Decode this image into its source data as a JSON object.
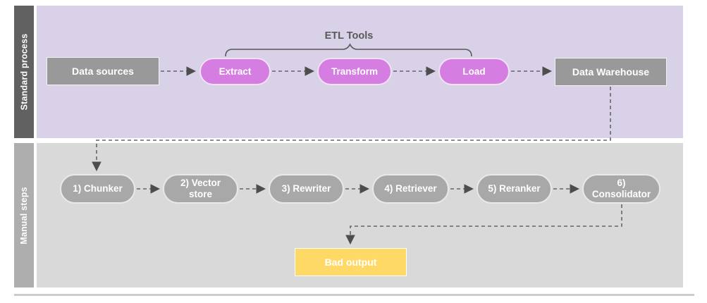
{
  "diagram": {
    "lanes": [
      {
        "label": "Standard process"
      },
      {
        "label": "Manual steps"
      }
    ],
    "bracket_label": "ETL Tools",
    "bracket_spans": [
      "Extract",
      "Transform",
      "Load"
    ],
    "nodes": {
      "data_sources": {
        "label": "Data sources"
      },
      "extract": {
        "label": "Extract"
      },
      "transform": {
        "label": "Transform"
      },
      "load": {
        "label": "Load"
      },
      "data_warehouse": {
        "label": "Data Warehouse"
      },
      "chunker": {
        "label": "1) Chunker"
      },
      "vector_store": {
        "label": "2) Vector store"
      },
      "rewriter": {
        "label": "3) Rewriter"
      },
      "retriever": {
        "label": "4) Retriever"
      },
      "reranker": {
        "label": "5) Reranker"
      },
      "consolidator": {
        "label": "6) Consolidator"
      },
      "bad_output": {
        "label": "Bad output"
      }
    },
    "edges": [
      {
        "from": "Data sources",
        "to": "Extract",
        "style": "dashed"
      },
      {
        "from": "Extract",
        "to": "Transform",
        "style": "dashed"
      },
      {
        "from": "Transform",
        "to": "Load",
        "style": "dashed"
      },
      {
        "from": "Load",
        "to": "Data Warehouse",
        "style": "dashed"
      },
      {
        "from": "Data Warehouse",
        "to": "1) Chunker",
        "style": "dashed"
      },
      {
        "from": "1) Chunker",
        "to": "2) Vector store",
        "style": "dashed"
      },
      {
        "from": "2) Vector store",
        "to": "3) Rewriter",
        "style": "dashed"
      },
      {
        "from": "3) Rewriter",
        "to": "4) Retriever",
        "style": "dashed"
      },
      {
        "from": "4) Retriever",
        "to": "5) Reranker",
        "style": "dashed"
      },
      {
        "from": "5) Reranker",
        "to": "6) Consolidator",
        "style": "dashed"
      },
      {
        "from": "6) Consolidator",
        "to": "Bad output",
        "style": "dashed"
      }
    ],
    "colors": {
      "lane_standard_bg": "#d8d1e7",
      "lane_standard_bar": "#616161",
      "lane_manual_bg": "#d9d9d9",
      "lane_manual_bar": "#aeaeae",
      "etl_pill_fill": "#d67de2",
      "gray_box_fill": "#999999",
      "gray_pill_fill": "#a8a8a8",
      "bad_output_fill": "#ffd966",
      "connector": "#666666",
      "bracket_text": "#595959"
    }
  }
}
